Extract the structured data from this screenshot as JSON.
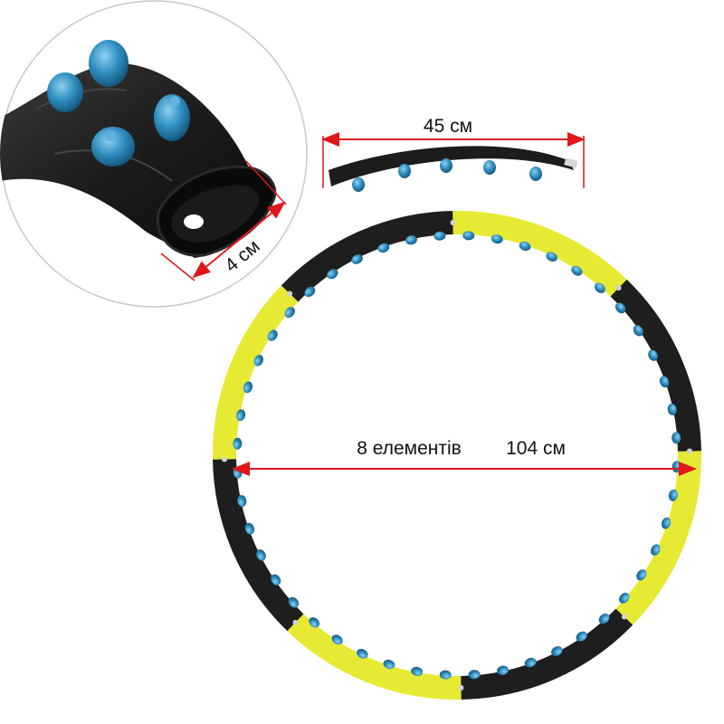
{
  "labels": {
    "segment_length": "45 см",
    "tube_width": "4 см",
    "element_count": "8 елементів",
    "diameter": "104 см"
  },
  "colors": {
    "segment_black": "#1e1e1e",
    "segment_yellow": "#e6ea33",
    "massage_ball": "#2f8fc0",
    "dimension_line": "#e0161b",
    "circle_outline": "#c8c8c8"
  },
  "product": {
    "segments": [
      {
        "color": "black"
      },
      {
        "color": "yellow"
      },
      {
        "color": "black"
      },
      {
        "color": "yellow"
      },
      {
        "color": "black"
      },
      {
        "color": "yellow"
      },
      {
        "color": "black"
      },
      {
        "color": "yellow"
      }
    ]
  }
}
